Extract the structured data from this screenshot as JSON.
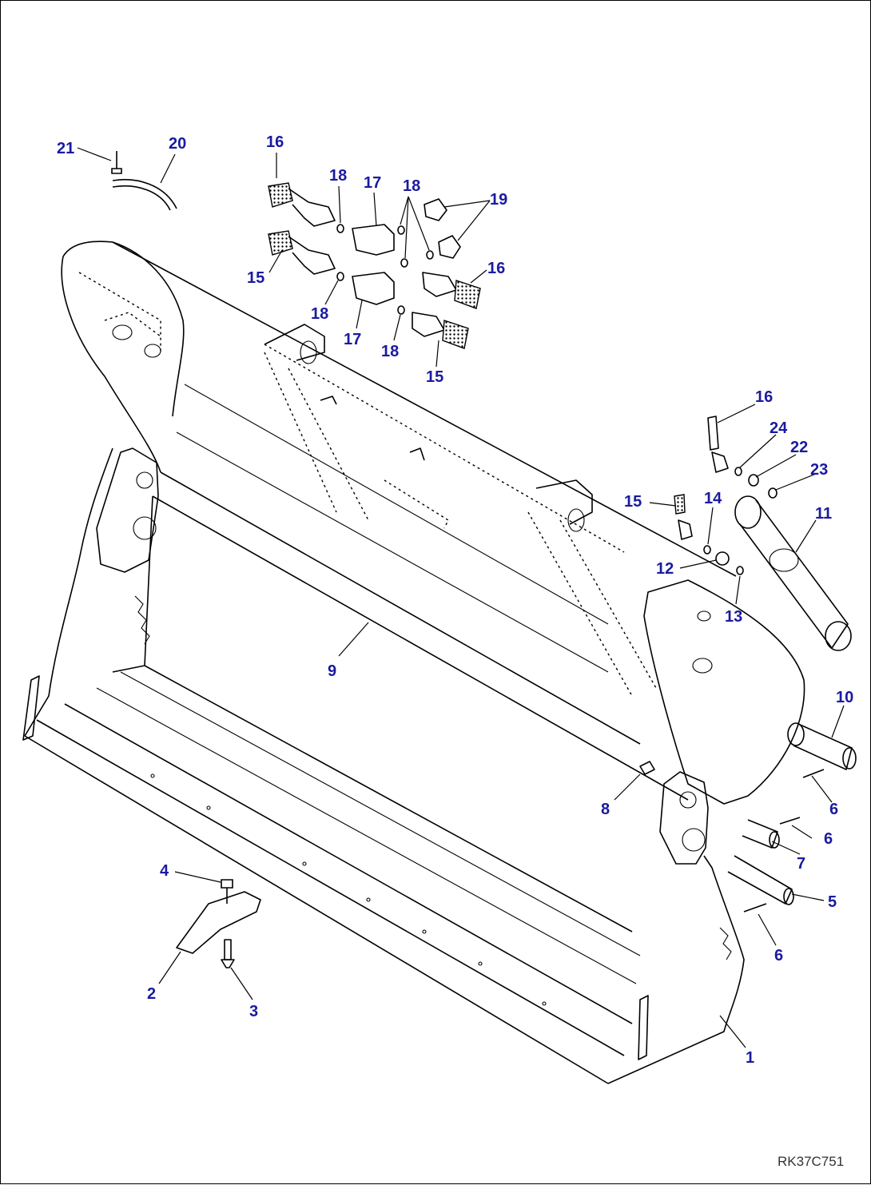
{
  "diagram": {
    "colors": {
      "callout": "#1a1aa0",
      "line": "#000000",
      "background": "#ffffff"
    },
    "callouts": [
      "21",
      "20",
      "16",
      "18",
      "17",
      "18",
      "19",
      "15",
      "16",
      "18",
      "17",
      "18",
      "15",
      "16",
      "24",
      "22",
      "23",
      "15",
      "14",
      "11",
      "12",
      "13",
      "9",
      "10",
      "8",
      "6",
      "6",
      "7",
      "5",
      "6",
      "4",
      "2",
      "3",
      "1"
    ],
    "drawing_code": "RK37C751"
  }
}
